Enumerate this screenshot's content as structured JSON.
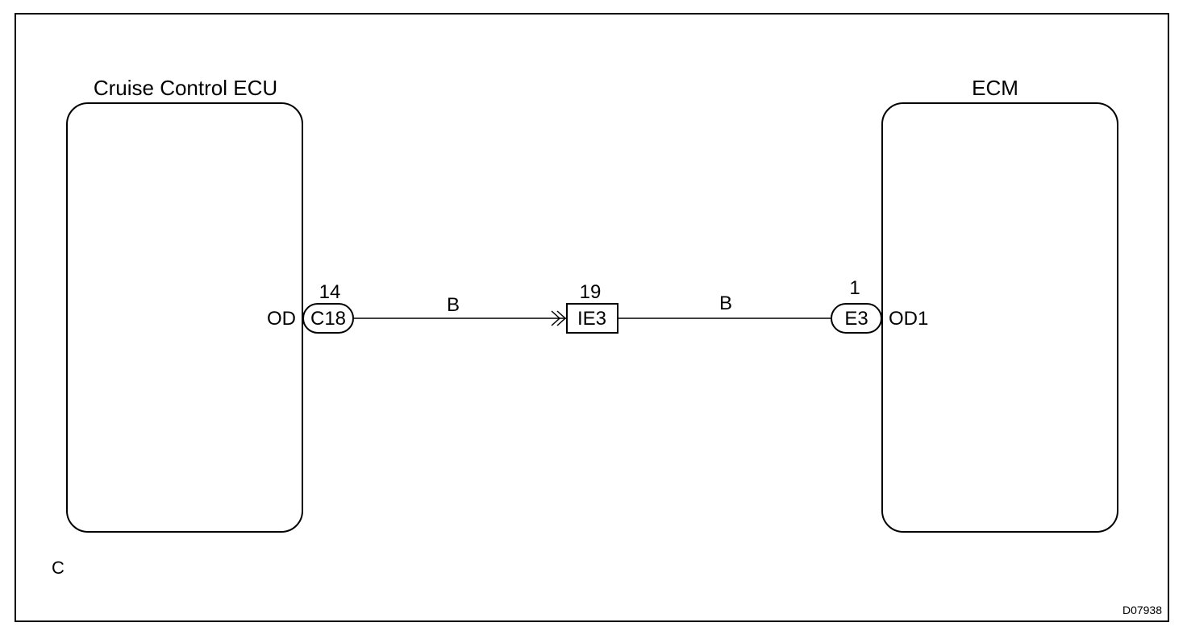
{
  "ecu_left": {
    "title": "Cruise Control ECU",
    "terminal_label": "OD"
  },
  "ecu_right": {
    "title": "ECM",
    "terminal_label": "OD1"
  },
  "connectors": {
    "left": {
      "pin": "14",
      "code": "C18"
    },
    "middle": {
      "pin": "19",
      "code": "IE3"
    },
    "right": {
      "pin": "1",
      "code": "E3"
    }
  },
  "wires": {
    "left_color": "B",
    "right_color": "B"
  },
  "corner_letter": "C",
  "figure_code": "D07938",
  "colors": {
    "line": "#000000",
    "background": "#ffffff"
  }
}
